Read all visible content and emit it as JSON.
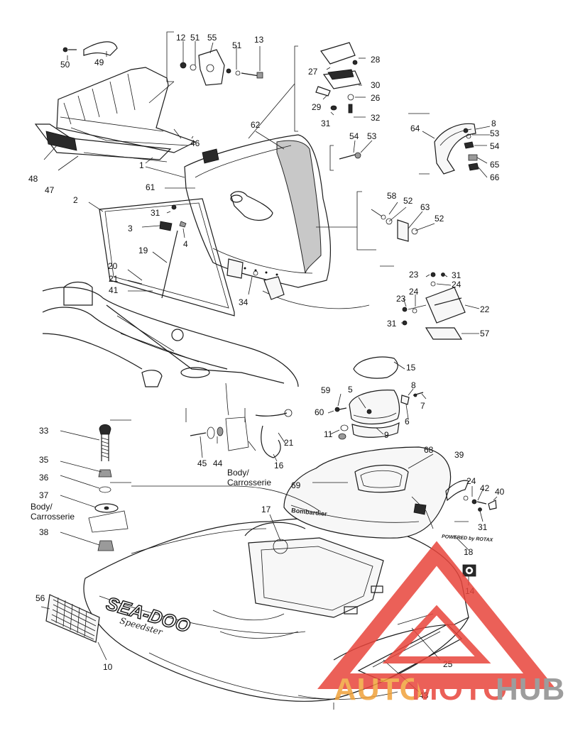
{
  "labels": {
    "p1": "1",
    "p2": "2",
    "p3": "3",
    "p4": "4",
    "p5": "5",
    "p6": "6",
    "p7": "7",
    "p8a": "8",
    "p8b": "8",
    "p9": "9",
    "p10": "10",
    "p11": "11",
    "p12": "12",
    "p13": "13",
    "p14": "14",
    "p15": "15",
    "p16": "16",
    "p17": "17",
    "p18": "18",
    "p19": "19",
    "p20": "20",
    "p21a": "21",
    "p21b": "21",
    "p22": "22",
    "p23a": "23",
    "p23b": "23",
    "p24a": "24",
    "p24b": "24",
    "p24c": "24",
    "p25": "25",
    "p26": "26",
    "p27": "27",
    "p28": "28",
    "p29": "29",
    "p30": "30",
    "p31a": "31",
    "p31b": "31",
    "p31c": "31",
    "p31d": "31",
    "p31e": "31",
    "p32": "32",
    "p33": "33",
    "p34": "34",
    "p35": "35",
    "p36": "36",
    "p37": "37",
    "p38": "38",
    "p39": "39",
    "p40": "40",
    "p41": "41",
    "p42": "42",
    "p43": "43",
    "p44": "44",
    "p45": "45",
    "p46": "46",
    "p47": "47",
    "p48": "48",
    "p49": "49",
    "p50": "50",
    "p51a": "51",
    "p51b": "51",
    "p52a": "52",
    "p52b": "52",
    "p53a": "53",
    "p53b": "53",
    "p54a": "54",
    "p54b": "54",
    "p55": "55",
    "p56": "56",
    "p57": "57",
    "p58": "58",
    "p59": "59",
    "p60": "60",
    "p61": "61",
    "p62": "62",
    "p63": "63",
    "p64": "64",
    "p65": "65",
    "p66": "66",
    "p68": "68",
    "p69": "69"
  },
  "notes": {
    "body1_line1": "Body/",
    "body1_line2": "Carrosserie",
    "body2_line1": "Body/",
    "body2_line2": "Carrosserie"
  },
  "decals": {
    "seadoo_logo": "SEA-DOO",
    "speedster_script": "Speedster",
    "bombardier_text": "Bombardier",
    "powered_by_text": "POWERED by ROTAX"
  },
  "watermark": {
    "prefix": "AUTO",
    "middle": "MOTO",
    "suffix": "HUB",
    "color_red": "#e8453c",
    "color_orange": "#f0a23a",
    "color_grey": "#8c8c8c"
  }
}
